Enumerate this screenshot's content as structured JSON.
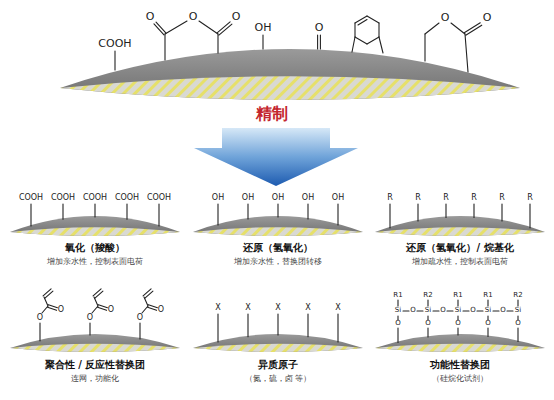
{
  "diagram": {
    "labels": [
      "COOH",
      "O",
      "O",
      "O",
      "OH",
      "O",
      "O",
      "O",
      "精制",
      "COOH",
      "COOH",
      "COOH",
      "COOH",
      "COOH",
      "OH",
      "OH",
      "OH",
      "OH",
      "OH",
      "R",
      "R",
      "R",
      "R",
      "R",
      "R",
      "氧化（羧酸）",
      "增加亲水性，控制表面电荷",
      "还原（氢氧化）",
      "增加亲水性，替换团转移",
      "还原（氢氧化）/ 烷基化",
      "增加疏水性，控制表面电荷",
      "O",
      "O",
      "O",
      "O",
      "O",
      "O",
      "X",
      "X",
      "X",
      "X",
      "X",
      "R1",
      "R2",
      "R1",
      "R1",
      "R2",
      "Si",
      "Si",
      "Si",
      "Si",
      "Si",
      "O",
      "O",
      "O",
      "O",
      "O",
      "O",
      "O",
      "O",
      "O",
      "聚合性 / 反应性替换团",
      "连网，功能化",
      "异质原子",
      "（氮，硫，卤 等）",
      "功能性替换团",
      "（硅烷化试剂）"
    ]
  }
}
